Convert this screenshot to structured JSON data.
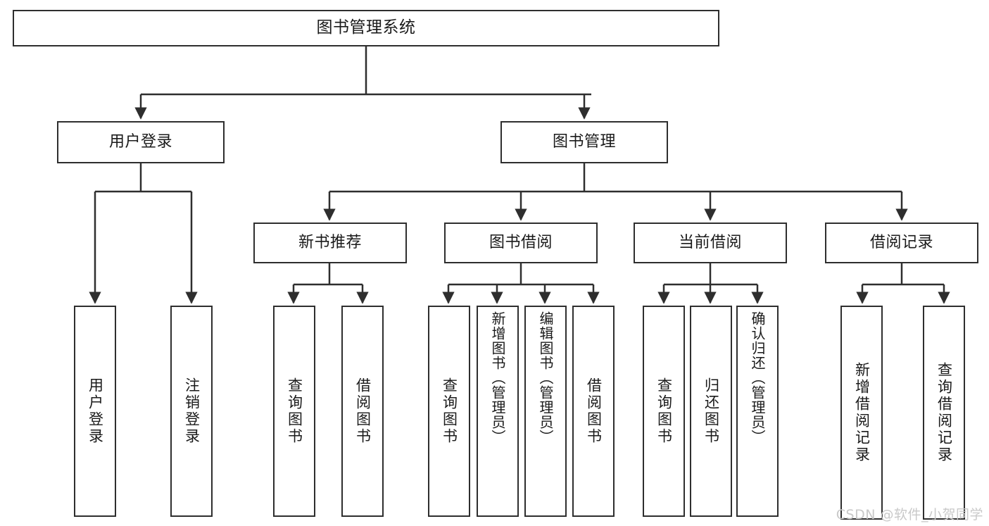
{
  "diagram": {
    "type": "tree",
    "title": "图书管理系统",
    "watermark": "CSDN @软件_小贺同学",
    "colors": {
      "stroke": "#2e2e2e",
      "fill": "#ffffff",
      "text": "#1a1a1a",
      "watermark": "#c9c9c9"
    },
    "nodes": {
      "root": {
        "label": "图书管理系统"
      },
      "level2": [
        {
          "id": "user-login",
          "label": "用户登录"
        },
        {
          "id": "book-manage",
          "label": "图书管理"
        }
      ],
      "level3": [
        {
          "id": "new-book-rec",
          "label": "新书推荐"
        },
        {
          "id": "book-borrow",
          "label": "图书借阅"
        },
        {
          "id": "current-borrow",
          "label": "当前借阅"
        },
        {
          "id": "borrow-record",
          "label": "借阅记录"
        }
      ],
      "leaves": {
        "user-login": [
          {
            "id": "leaf-user-login",
            "label": "用户登录"
          },
          {
            "id": "leaf-logout",
            "label": "注销登录"
          }
        ],
        "new-book-rec": [
          {
            "id": "leaf-query-book-1",
            "label": "查询图书"
          },
          {
            "id": "leaf-borrow-book-1",
            "label": "借阅图书"
          }
        ],
        "book-borrow": [
          {
            "id": "leaf-query-book-2",
            "label": "查询图书"
          },
          {
            "id": "leaf-add-book",
            "label": "新增图书（管理员）"
          },
          {
            "id": "leaf-edit-book",
            "label": "编辑图书（管理员）"
          },
          {
            "id": "leaf-borrow-book-2",
            "label": "借阅图书"
          }
        ],
        "current-borrow": [
          {
            "id": "leaf-query-book-3",
            "label": "查询图书"
          },
          {
            "id": "leaf-return-book",
            "label": "归还图书"
          },
          {
            "id": "leaf-confirm-return",
            "label": "确认归还（管理员）"
          }
        ],
        "borrow-record": [
          {
            "id": "leaf-add-record",
            "label": "新增借阅记录"
          },
          {
            "id": "leaf-query-record",
            "label": "查询借阅记录"
          }
        ]
      }
    }
  }
}
